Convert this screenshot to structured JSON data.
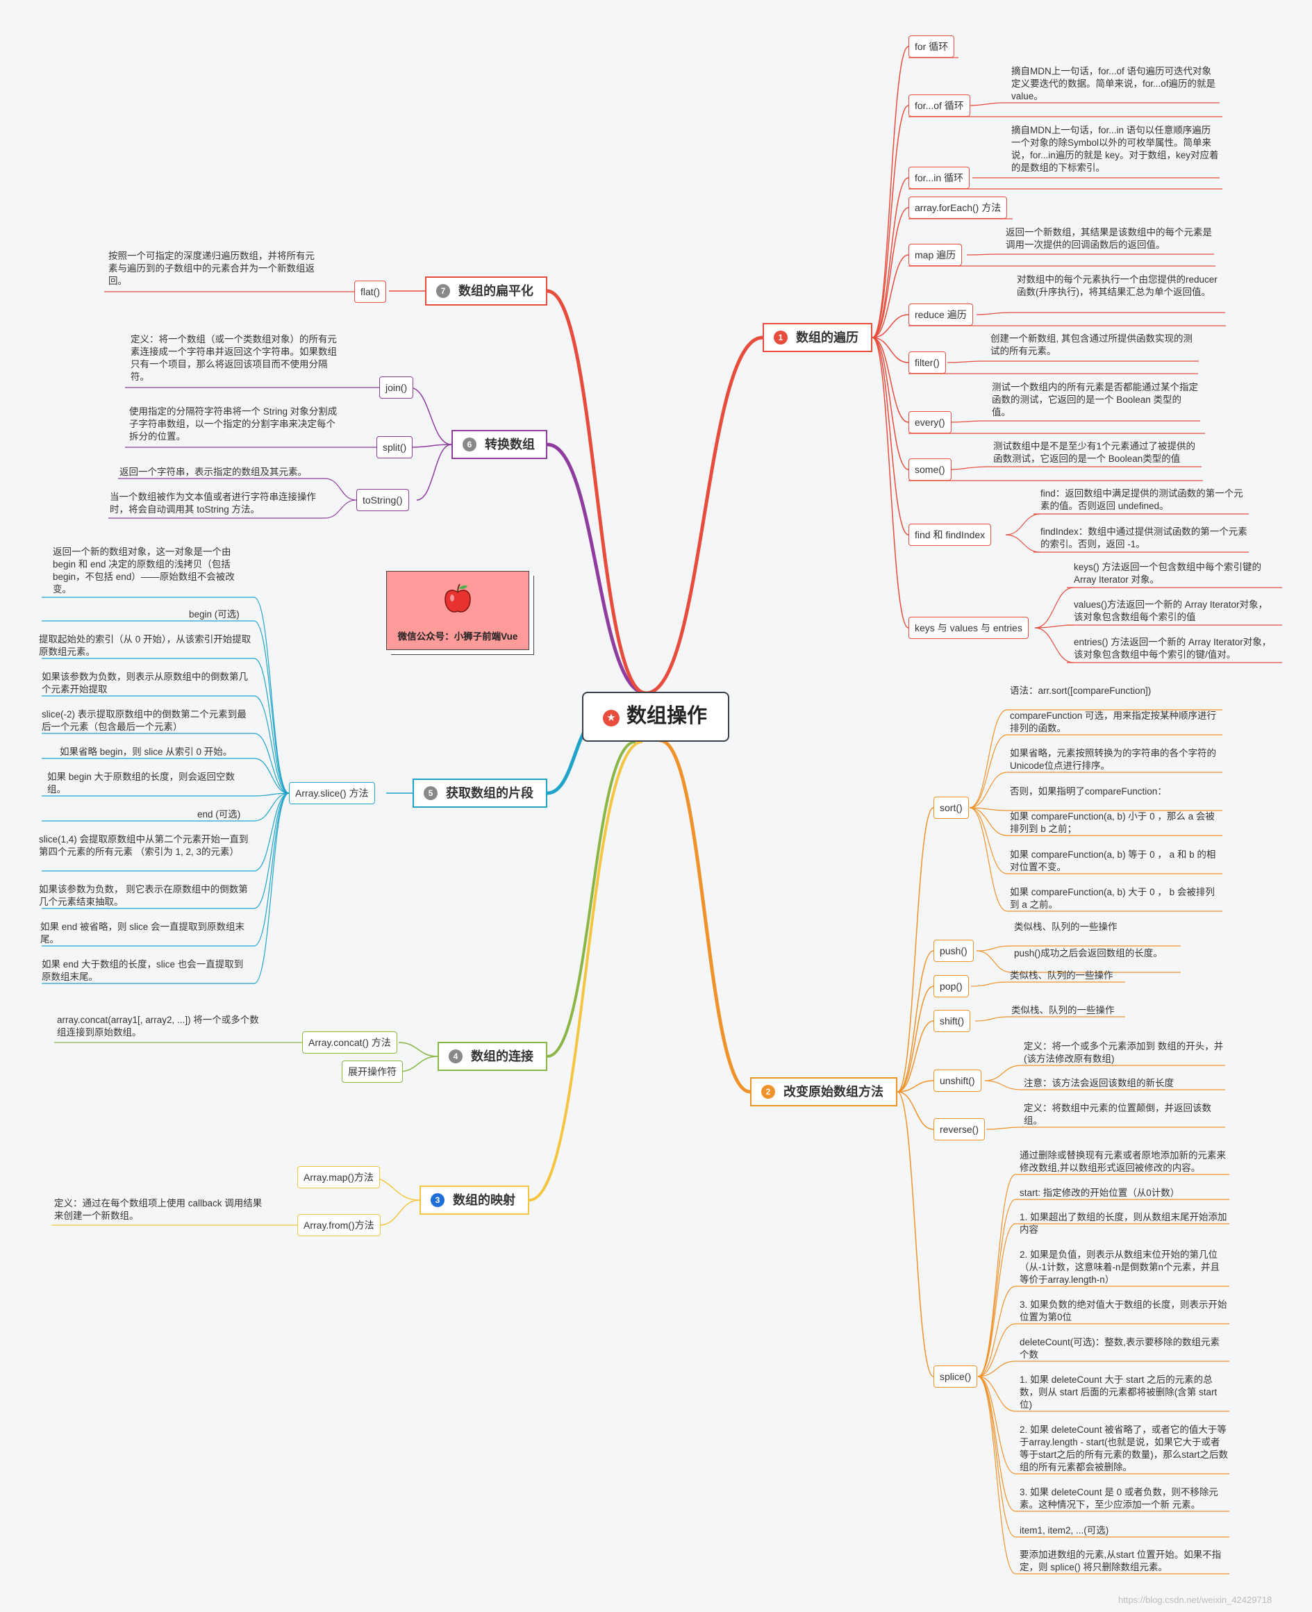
{
  "root": {
    "title": "数组操作",
    "icon": "star-icon"
  },
  "badge": {
    "text": "微信公众号：小狮子前端Vue",
    "icon": "apple-icon"
  },
  "watermark": "https://blog.csdn.net/weixin_42429718",
  "colors": {
    "red": "#e74c3c",
    "orange": "#f0922a",
    "yellow": "#f5c542",
    "green": "#8ab645",
    "teal": "#1fa3c9",
    "purple": "#8e3c9e",
    "gray": "#888"
  },
  "b1": {
    "num": "1",
    "title": "数组的遍历",
    "for": "for 循环",
    "forof": "for...of 循环",
    "forof_desc": "摘自MDN上一句话，for...of 语句遍历可迭代对象定义要迭代的数据。简单来说，for...of遍历的就是 value。",
    "forin": "for...in 循环",
    "forin_desc": "摘自MDN上一句话，for...in 语句以任意顺序遍历一个对象的除Symbol以外的可枚举属性。简单来说，for...in遍历的就是 key。对于数组，key对应着的是数组的下标索引。",
    "foreach": "array.forEach() 方法",
    "map": "map 遍历",
    "map_desc": "返回一个新数组，其结果是该数组中的每个元素是调用一次提供的回调函数后的返回值。",
    "reduce": "reduce 遍历",
    "reduce_desc": "对数组中的每个元素执行一个由您提供的reducer 函数(升序执行)，将其结果汇总为单个返回值。",
    "filter": "filter()",
    "filter_desc": "创建一个新数组, 其包含通过所提供函数实现的测试的所有元素。",
    "every": "every()",
    "every_desc": "测试一个数组内的所有元素是否都能通过某个指定函数的测试，它返回的是一个 Boolean 类型的值。",
    "some": "some()",
    "some_desc": "测试数组中是不是至少有1个元素通过了被提供的函数测试，它返回的是一个 Boolean类型的值",
    "find": "find 和 findIndex",
    "find_desc": "find：返回数组中满足提供的测试函数的第一个元素的值。否则返回 undefined。",
    "findindex_desc": "findIndex：数组中通过提供测试函数的第一个元素的索引。否则，返回 -1。",
    "keys": "keys 与 values 与 entries",
    "keys_desc": "keys() 方法返回一个包含数组中每个索引键的Array Iterator 对象。",
    "values_desc": "values()方法返回一个新的 Array Iterator对象，该对象包含数组每个索引的值",
    "entries_desc": "entries() 方法返回一个新的 Array Iterator对象，该对象包含数组中每个索引的键/值对。"
  },
  "b2": {
    "num": "2",
    "title": "改变原始数组方法",
    "sort": "sort()",
    "sort_items": [
      "语法：arr.sort([compareFunction])",
      "compareFunction 可选，用来指定按某种顺序进行排列的函数。",
      "如果省略，元素按照转换为的字符串的各个字符的Unicode位点进行排序。",
      "否则，如果指明了compareFunction：",
      "如果 compareFunction(a, b) 小于 0 ，那么 a 会被排列到 b 之前；",
      "如果 compareFunction(a, b) 等于 0 ， a 和 b 的相对位置不变。",
      "如果 compareFunction(a, b) 大于 0 ， b 会被排列到 a 之前。"
    ],
    "push": "push()",
    "push_items": [
      "类似栈、队列的一些操作",
      "push()成功之后会返回数组的长度。"
    ],
    "pop": "pop()",
    "pop_desc": "类似栈、队列的一些操作",
    "shift": "shift()",
    "shift_desc": "类似栈、队列的一些操作",
    "unshift": "unshift()",
    "unshift_items": [
      "定义：将一个或多个元素添加到 数组的开头，并 (该方法修改原有数组)",
      "注意：该方法会返回该数组的新长度"
    ],
    "reverse": "reverse()",
    "reverse_desc": "定义：将数组中元素的位置颠倒，并返回该数组。",
    "splice": "splice()",
    "splice_items": [
      "通过删除或替换现有元素或者原地添加新的元素来修改数组,并以数组形式返回被修改的内容。",
      "start: 指定修改的开始位置（从0计数）",
      "1. 如果超出了数组的长度，则从数组末尾开始添加内容",
      "2. 如果是负值，则表示从数组末位开始的第几位（从-1计数，这意味着-n是倒数第n个元素，并且等价于array.length-n）",
      "3. 如果负数的绝对值大于数组的长度，则表示开始位置为第0位",
      "deleteCount(可选)：整数,表示要移除的数组元素个数",
      "1. 如果 deleteCount 大于 start 之后的元素的总数，则从 start 后面的元素都将被删除(含第 start 位)",
      "2. 如果 deleteCount 被省略了，或者它的值大于等于array.length - start(也就是说，如果它大于或者等于start之后的所有元素的数量)，那么start之后数组的所有元素都会被删除。",
      "3. 如果 deleteCount 是 0 或者负数，则不移除元素。这种情况下，至少应添加一个新 元素。",
      "item1, item2, ...(可选)",
      "要添加进数组的元素,从start 位置开始。如果不指定，则 splice() 将只删除数组元素。"
    ]
  },
  "b3": {
    "num": "3",
    "title": "数组的映射",
    "map": "Array.map()方法",
    "from": "Array.from()方法",
    "from_desc": "定义：通过在每个数组项上使用 callback 调用结果来创建一个新数组。"
  },
  "b4": {
    "num": "4",
    "title": "数组的连接",
    "concat": "Array.concat() 方法",
    "concat_desc": "array.concat(array1[, array2, ...]) 将一个或多个数组连接到原始数组。",
    "spread": "展开操作符"
  },
  "b5": {
    "num": "5",
    "title": "获取数组的片段",
    "slice": "Array.slice() 方法",
    "items": [
      "返回一个新的数组对象，这一对象是一个由 begin 和 end 决定的原数组的浅拷贝（包括 begin，不包括 end）——原始数组不会被改变。",
      "begin (可选)",
      "提取起始处的索引（从 0 开始），从该索引开始提取原数组元素。",
      "如果该参数为负数，则表示从原数组中的倒数第几个元素开始提取",
      "slice(-2) 表示提取原数组中的倒数第二个元素到最后一个元素（包含最后一个元素）",
      "如果省略 begin，则 slice 从索引 0 开始。",
      "如果 begin 大于原数组的长度，则会返回空数组。",
      "end (可选)",
      "slice(1,4) 会提取原数组中从第二个元素开始一直到第四个元素的所有元素 （索引为 1, 2, 3的元素）",
      "如果该参数为负数， 则它表示在原数组中的倒数第几个元素结束抽取。",
      "如果 end 被省略，则 slice 会一直提取到原数组末尾。",
      "如果 end 大于数组的长度，slice 也会一直提取到原数组末尾。"
    ]
  },
  "b6": {
    "num": "6",
    "title": "转换数组",
    "join": "join()",
    "join_desc": "定义：将一个数组（或一个类数组对象）的所有元素连接成一个字符串并返回这个字符串。如果数组只有一个项目，那么将返回该项目而不使用分隔符。",
    "split": "split()",
    "split_desc": "使用指定的分隔符字符串将一个 String 对象分割成子字符串数组，以一个指定的分割字串来决定每个拆分的位置。",
    "tostring": "toString()",
    "tostring_items": [
      "返回一个字符串，表示指定的数组及其元素。",
      "当一个数组被作为文本值或者进行字符串连接操作时，将会自动调用其 toString 方法。"
    ]
  },
  "b7": {
    "num": "7",
    "title": "数组的扁平化",
    "flat": "flat()",
    "flat_desc": "按照一个可指定的深度递归遍历数组，并将所有元素与遍历到的子数组中的元素合并为一个新数组返回。"
  }
}
